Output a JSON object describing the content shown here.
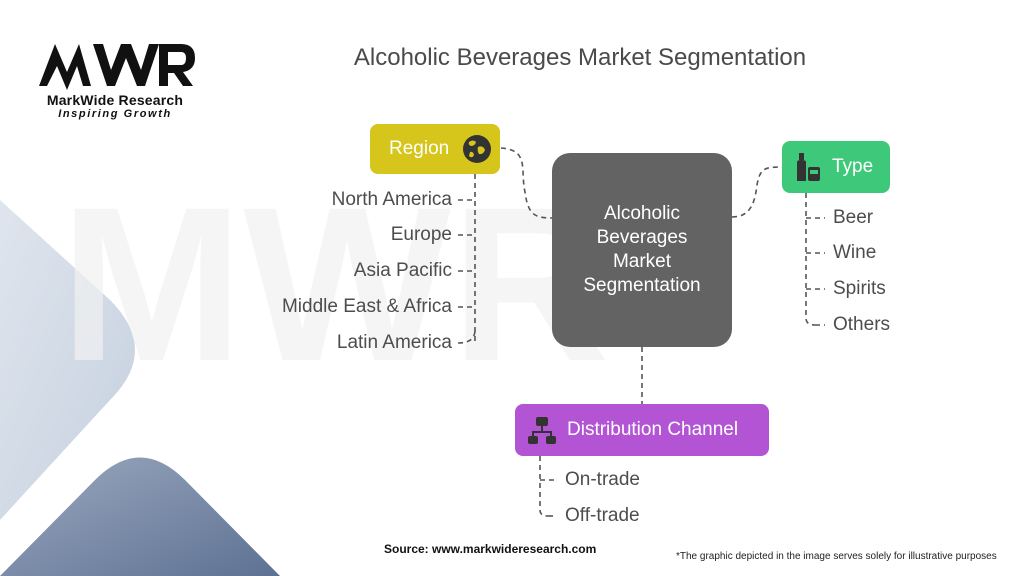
{
  "brand": {
    "name": "MarkWide Research",
    "tagline": "Inspiring Growth"
  },
  "title": "Alcoholic Beverages Market Segmentation",
  "center": {
    "lines": [
      "Alcoholic",
      "Beverages",
      "Market",
      "Segmentation"
    ]
  },
  "categories": {
    "region": {
      "label": "Region",
      "color": "#d6c51b",
      "icon": "globe-icon",
      "items": [
        "North America",
        "Europe",
        "Asia Pacific",
        "Middle East & Africa",
        "Latin America"
      ]
    },
    "type": {
      "label": "Type",
      "color": "#3ec97a",
      "icon": "bottle-glass-icon",
      "items": [
        "Beer",
        "Wine",
        "Spirits",
        "Others"
      ]
    },
    "distribution": {
      "label": "Distribution Channel",
      "color": "#b254d4",
      "icon": "network-hierarchy-icon",
      "items": [
        "On-trade",
        "Off-trade"
      ]
    }
  },
  "footer": {
    "source": "Source: www.markwideresearch.com",
    "note": "*The graphic depicted in the image serves solely for illustrative purposes"
  }
}
